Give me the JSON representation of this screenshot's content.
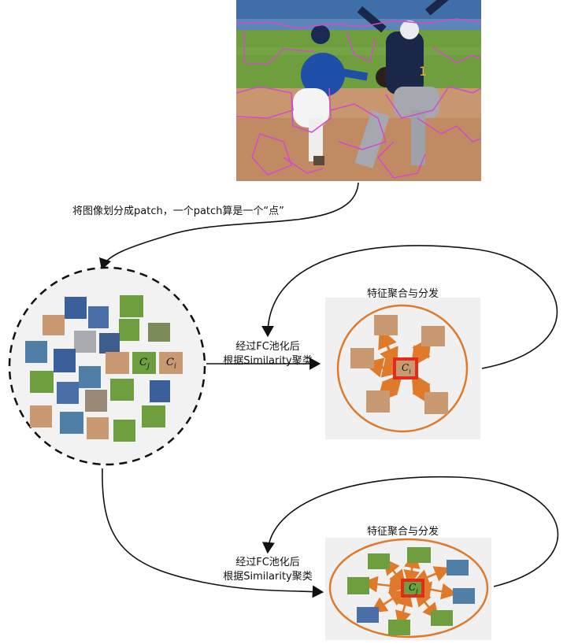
{
  "caption_top": "将图像划分成patch，一个patch算是一个“点”",
  "step_label_1_line1": "经过FC池化后",
  "step_label_1_line2": "根据Similarity聚类",
  "step_label_2_line1": "经过FC池化后",
  "step_label_2_line2": "根据Similarity聚类",
  "panel1_title": "特征聚合与分发",
  "panel2_title": "特征聚合与分发",
  "cluster_labels": {
    "cj": "C",
    "cj_sub": "j",
    "ci": "C",
    "ci_sub": "i"
  },
  "panel1_center": {
    "sym": "C",
    "sub": "i"
  },
  "panel2_center": {
    "sym": "C",
    "sub": "j"
  },
  "colors": {
    "dirt": "#c99a72",
    "grass": "#6f9e3f",
    "sky": "#4f7ea6",
    "orange": "#e07a2b",
    "red_box": "#e52a1a",
    "segment": "#c94bc4",
    "panel_bg": "#f0f0f0",
    "arrow_black": "#111111"
  }
}
